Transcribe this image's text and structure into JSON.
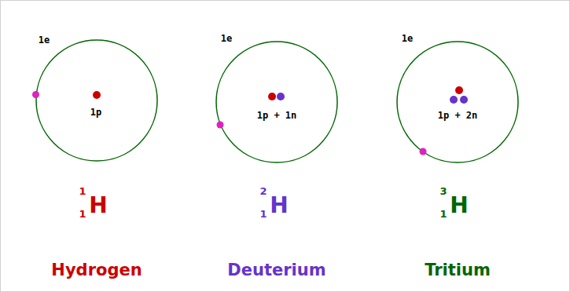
{
  "diagram": {
    "nodes": [
      {
        "text": [
          "1e",
          "1p"
        ]
      },
      {
        "text": [
          "1e",
          "1p + 1n"
        ]
      },
      {
        "text": [
          "1e",
          "1p + 2n"
        ]
      }
    ],
    "labels": [
      "1",
      "1",
      "H",
      "2",
      "1",
      "H",
      "3",
      "1",
      "H",
      "Hydrogen",
      "Deuterium",
      "Tritium"
    ]
  }
}
